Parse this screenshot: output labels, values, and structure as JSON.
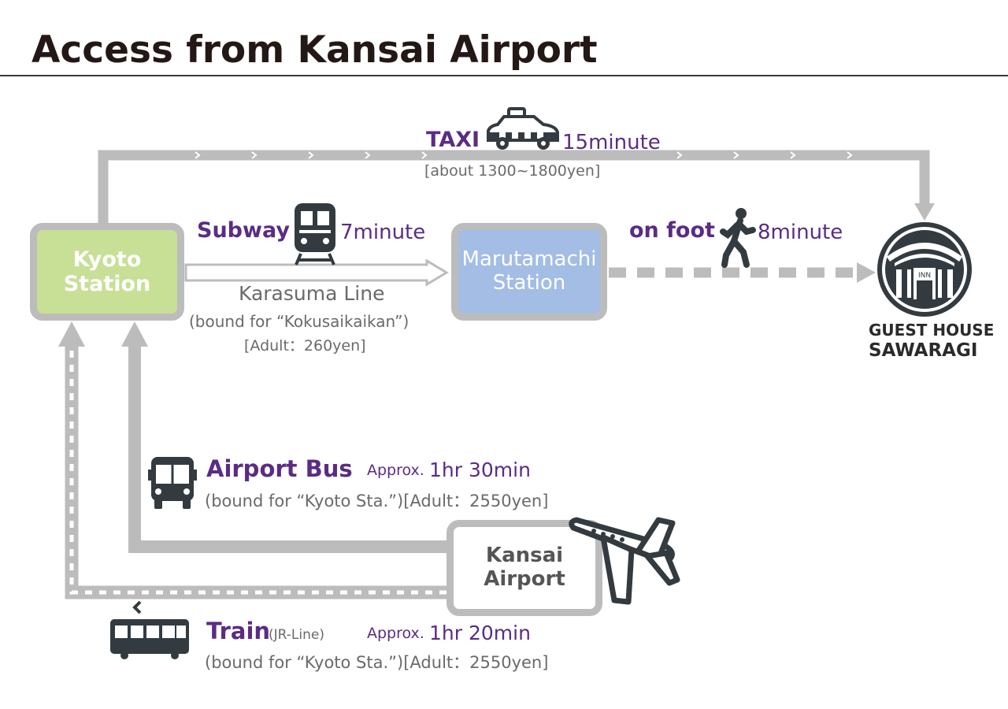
{
  "title": "Access from Kansai Airport",
  "nodes": {
    "kyoto": "Kyoto\nStation",
    "marutamachi": "Marutamachi\nStation",
    "kansai": "Kansai\nAirport",
    "guesthouse_line1": "GUEST HOUSE",
    "guesthouse_line2": "SAWARAGI",
    "inn_sign": "INN"
  },
  "routes": {
    "taxi": {
      "label": "TAXI",
      "time": "15minute",
      "fare": "[about 1300~1800yen]"
    },
    "subway": {
      "label": "Subway",
      "time": "7minute",
      "line": "Karasuma Line",
      "bound": "(bound for “Kokusaikaikan”)",
      "fare": "[Adult：260yen]"
    },
    "foot": {
      "label": "on foot",
      "time": "8minute"
    },
    "bus": {
      "label": "Airport Bus",
      "approx": "Approx.",
      "time": "1hr 30min",
      "detail": "(bound for “Kyoto Sta.”)[Adult：2550yen]"
    },
    "train": {
      "label": "Train",
      "sub": "(JR-Line)",
      "approx": "Approx.",
      "time": "1hr 20min",
      "detail": "(bound for “Kyoto Sta.”)[Adult：2550yen]"
    }
  },
  "icons": [
    "taxi-icon",
    "subway-train-icon",
    "walking-person-icon",
    "guest-house-logo-icon",
    "bus-icon",
    "airplane-icon",
    "jr-train-icon"
  ],
  "colors": {
    "route_gray": "#bcbcbc",
    "text_purple": "#5b2c83",
    "kyoto_fill": "#c8df96",
    "marutamachi_fill": "#a3bde4",
    "icon_dark": "#333b40"
  }
}
